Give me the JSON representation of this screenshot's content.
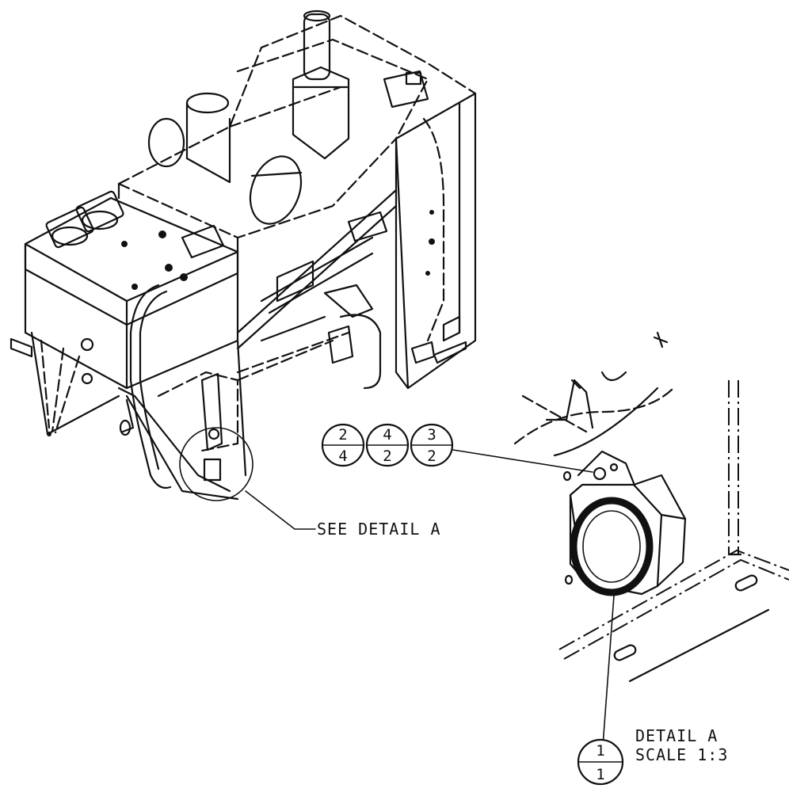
{
  "callouts": {
    "see_detail": "SEE DETAIL  A",
    "detail_title": "DETAIL  A",
    "detail_scale": "SCALE  1:3"
  },
  "bubbles": [
    {
      "top": "2",
      "bottom": "4"
    },
    {
      "top": "4",
      "bottom": "2"
    },
    {
      "top": "3",
      "bottom": "2"
    },
    {
      "top": "1",
      "bottom": "1"
    }
  ]
}
